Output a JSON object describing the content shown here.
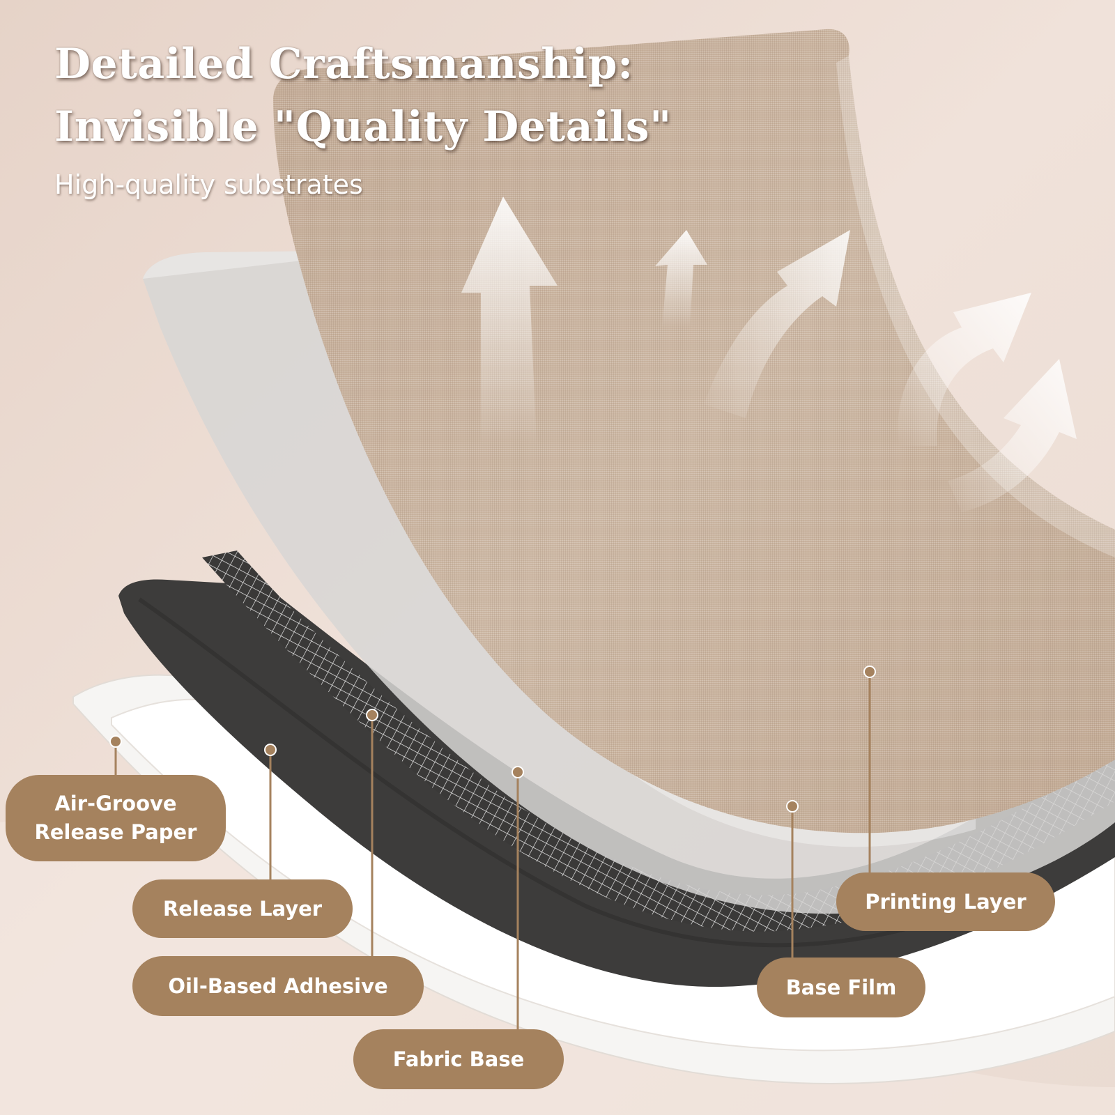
{
  "heading": {
    "line1": "Detailed Craftsmanship:",
    "line2": "Invisible \"Quality Details\"",
    "subtitle": "High-quality substrates"
  },
  "labels": {
    "air_groove_release_paper": "Air-Groove\nRelease Paper",
    "release_layer": "Release Layer",
    "oil_based_adhesive": "Oil-Based Adhesive",
    "fabric_base": "Fabric Base",
    "printing_layer": "Printing Layer",
    "base_film": "Base Film"
  },
  "colors": {
    "background": "#ead9cf",
    "label_fill": "#a5825e",
    "leader_line": "#a5825e",
    "linen": "#c9b39e",
    "adhesive": "#3d3c3b",
    "headline_text": "#ffffff"
  },
  "icons": [
    "upward-arrow-icon",
    "curved-arrow-icon"
  ]
}
